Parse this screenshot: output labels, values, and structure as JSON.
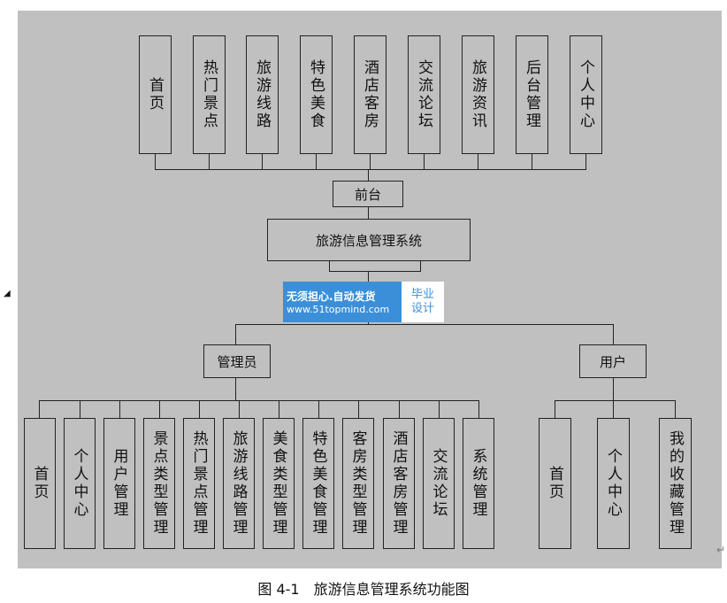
{
  "frontend": {
    "modules": [
      "首页",
      "热门景点",
      "旅游线路",
      "特色美食",
      "酒店客房",
      "交流论坛",
      "旅游资讯",
      "后台管理",
      "个人中心"
    ]
  },
  "nodes": {
    "frontend_label": "前台",
    "system_label": "旅游信息管理系统",
    "admin_label": "管理员",
    "user_label": "用户"
  },
  "admin": {
    "modules": [
      "首页",
      "个人中心",
      "用户管理",
      "景点类型管理",
      "热门景点管理",
      "旅游线路管理",
      "美食类型管理",
      "特色美食管理",
      "客房类型管理",
      "酒店客房管理",
      "交流论坛",
      "系统管理"
    ]
  },
  "user": {
    "modules": [
      "首页",
      "个人中心",
      "我的收藏管理"
    ]
  },
  "watermark": {
    "line1": "无须担心.自动发货",
    "line2": "www.51topmind.com",
    "badge_top": "毕业",
    "badge_bottom": "设计"
  },
  "caption": "图 4-1　旅游信息管理系统功能图",
  "markers": {
    "left": "◢",
    "right": "↵"
  }
}
